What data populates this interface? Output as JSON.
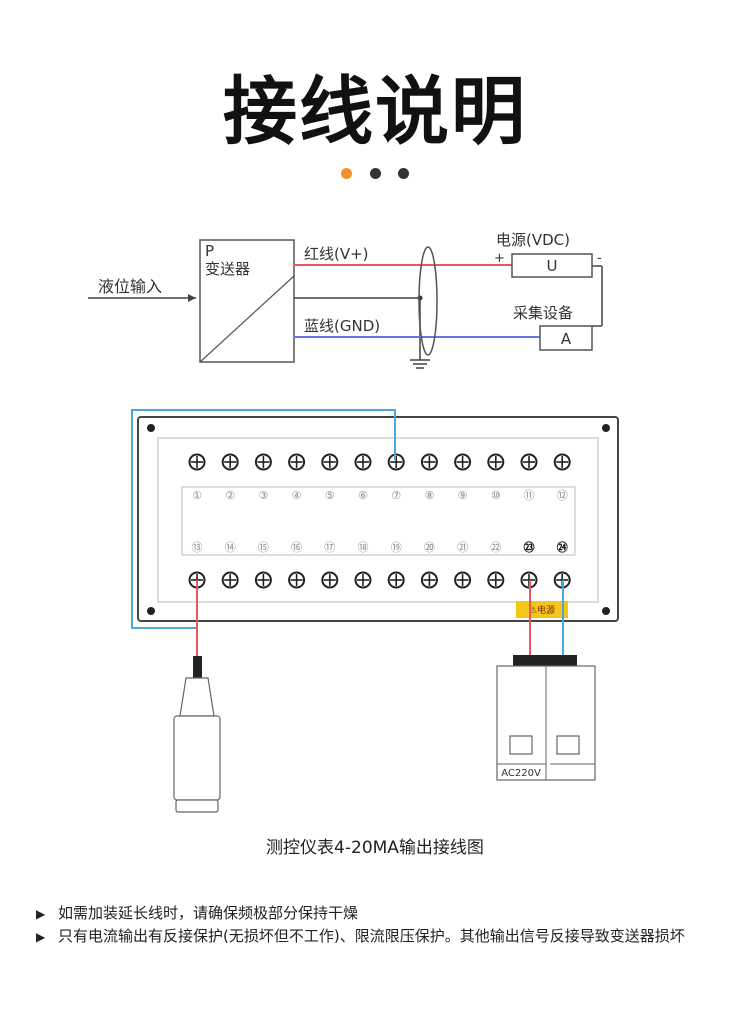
{
  "title": "接线说明",
  "dots": {
    "colors": [
      "#f0922b",
      "#333333",
      "#333333"
    ]
  },
  "schematic": {
    "transmitter_p": "P",
    "transmitter_name": "变送器",
    "input_label": "液位输入",
    "red_wire_label": "红线(V+)",
    "blue_wire_label": "蓝线(GND)",
    "power_label": "电源(VDC)",
    "power_symbol": "U",
    "plus_sign": "+",
    "minus_sign": "-",
    "collector_label": "采集设备",
    "collector_symbol": "A"
  },
  "panel": {
    "top_numbers": [
      "①",
      "②",
      "③",
      "④",
      "⑤",
      "⑥",
      "⑦",
      "⑧",
      "⑨",
      "⑩",
      "⑪",
      "⑫"
    ],
    "bottom_numbers": [
      "⑬",
      "⑭",
      "⑮",
      "⑯",
      "⑰",
      "⑱",
      "⑲",
      "⑳",
      "㉑",
      "㉒",
      "㉓",
      "㉔"
    ],
    "power_tag": "⚠电源",
    "socket_label": "AC220V"
  },
  "caption": "测控仪表4-20MA输出接线图",
  "notes": [
    "如需加装延长线时，请确保频极部分保持干燥",
    "只有电流输出有反接保护(无损坏但不工作)、限流限压保护。其他输出信号反接导致变送器损坏"
  ],
  "colors": {
    "red_wire": "#e8585f",
    "blue_wire": "#4aa8dc",
    "orange_accent": "#f0922b",
    "tag_yellow": "#f5c518"
  }
}
